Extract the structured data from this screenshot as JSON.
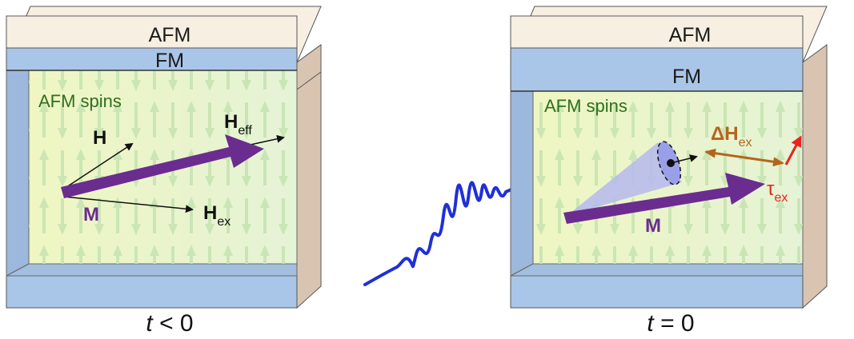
{
  "panels": [
    {
      "id": "before",
      "layers": {
        "top": "AFM",
        "middle": "FM"
      },
      "spins_label": "AFM spins",
      "vectors": {
        "H": {
          "main": "H",
          "sub": ""
        },
        "H_eff": {
          "main": "H",
          "sub": "eff"
        },
        "H_ex": {
          "main": "H",
          "sub": "ex"
        },
        "M": {
          "main": "M",
          "sub": ""
        }
      },
      "time": {
        "var": "t",
        "rel": " < 0"
      }
    },
    {
      "id": "after",
      "layers": {
        "top": "AFM",
        "middle": "FM"
      },
      "spins_label": "AFM spins",
      "vectors": {
        "dH_ex": {
          "main": "ΔH",
          "sub": "ex"
        },
        "tau_ex": {
          "main": "τ",
          "sub": "ex"
        },
        "M": {
          "main": "M",
          "sub": ""
        }
      },
      "time": {
        "var": "t",
        "rel": " = 0"
      }
    }
  ],
  "colors": {
    "afm_top": "#f7efe2",
    "fm_blue": "#a9c6e8",
    "inner_yellow": "#f1f6c4",
    "inner_green": "#e3f2d0",
    "side_brown": "#d9c4b2",
    "spin_arrow": "#c6e3b0",
    "spin_label": "#2f6f1e",
    "magnetization": "#6b2c8f",
    "pulse": "#1f2fd8",
    "delta_hex": "#b5651d",
    "torque": "#e8241c",
    "cone": "#b6b8ee"
  }
}
